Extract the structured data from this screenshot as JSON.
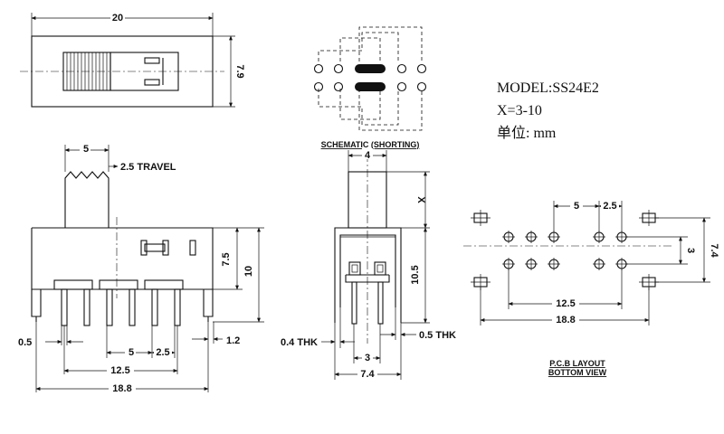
{
  "model": {
    "model_line": "MODEL:SS24E2",
    "x_line": "X=3-10",
    "unit_line": "单位: mm"
  },
  "top_view": {
    "width": "20",
    "height": "7.9"
  },
  "schematic": {
    "caption": "SCHEMATIC (SHORTING)"
  },
  "side_view": {
    "lever_width": "5",
    "travel": "2.5 TRAVEL",
    "h1": "7.5",
    "h2": "10",
    "pin_w": "0.5",
    "pitch": "5",
    "pitch2": "2.5",
    "lead": "1.2",
    "span": "12.5",
    "overall": "18.8"
  },
  "end_view": {
    "lever": "4",
    "x": "X",
    "height": "10.5",
    "thk1": "0.4 THK",
    "thk2": "0.5 THK",
    "pin_gap": "3",
    "width": "7.4"
  },
  "pcb": {
    "d5": "5",
    "d25": "2.5",
    "d3": "3",
    "d74": "7.4",
    "d125": "12.5",
    "d188": "18.8",
    "caption1": "P.C.B LAYOUT",
    "caption2": "BOTTOM VIEW"
  }
}
